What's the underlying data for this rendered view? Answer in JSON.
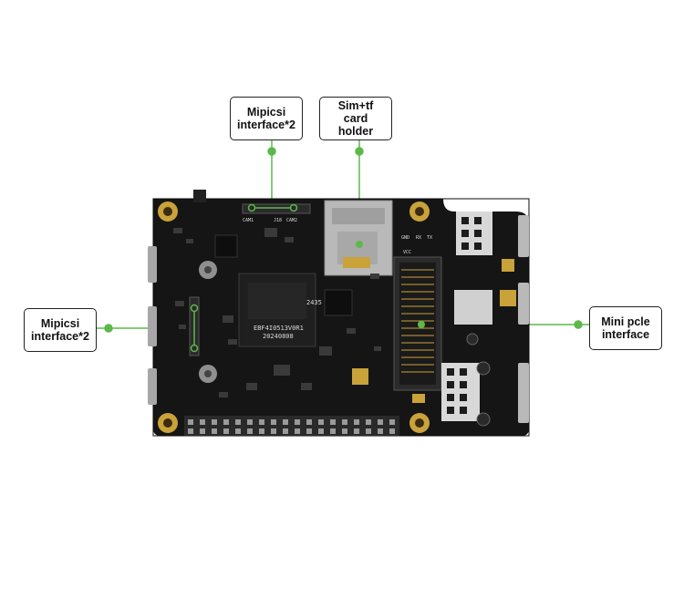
{
  "callouts": {
    "mipi_top": {
      "line1": "Mipicsi",
      "line2": "interface*2"
    },
    "sim_tf": {
      "line1": "Sim+tf card",
      "line2": "holder"
    },
    "mipi_left": {
      "line1": "Mipicsi",
      "line2": "interface*2"
    },
    "mini_pcie": {
      "line1": "Mini pcle",
      "line2": "interface"
    }
  },
  "board_silkscreen": {
    "cam1": "CAM1",
    "cam2": "CAM2",
    "j18": "J18",
    "model": "EBF4I0513V0R1",
    "date": "20240808",
    "code": "2435",
    "gnd": "GND",
    "rx": "RX",
    "tx": "TX",
    "vcc": "VCC"
  },
  "colors": {
    "board": "#151515",
    "accent_green": "#5cb84a",
    "gold": "#c9a23a",
    "metal": "#b9b9b9"
  }
}
